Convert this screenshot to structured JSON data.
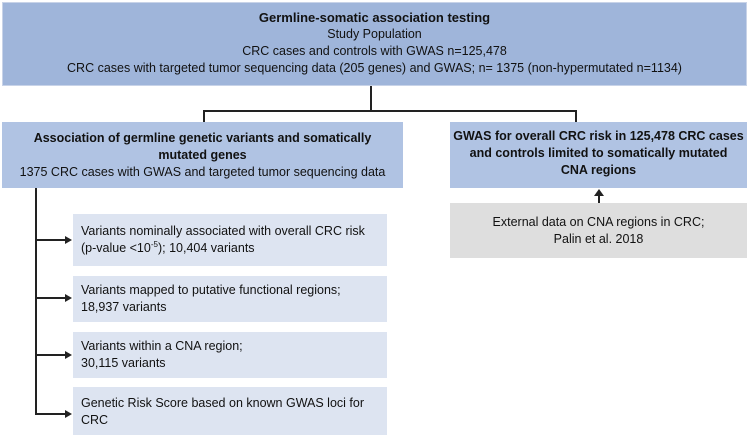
{
  "top": {
    "title": "Germline-somatic association testing",
    "line1": "Study Population",
    "line2": "CRC cases and controls with GWAS n=125,478",
    "line3": "CRC cases with targeted tumor sequencing data (205 genes) and GWAS; n= 1375 (non-hypermutated n=1134)"
  },
  "left": {
    "title_line1": "Association of germline genetic variants and somatically",
    "title_line2": "mutated genes",
    "subtitle": "1375 CRC cases with GWAS and targeted tumor sequencing data"
  },
  "right": {
    "title_line1": "GWAS for overall CRC risk in 125,478 CRC cases",
    "title_line2": "and controls limited to somatically mutated",
    "title_line3": "CNA regions"
  },
  "external": {
    "line1": "External data on CNA regions in CRC;",
    "line2": "Palin et al. 2018"
  },
  "sub": [
    {
      "line1_pre": "Variants nominally associated with overall CRC risk",
      "line2_pre": "(p-value <10",
      "sup": "-5",
      "line2_post": "); 10,404 variants"
    },
    {
      "line1": "Variants mapped to putative functional regions;",
      "line2": "18,937 variants"
    },
    {
      "line1": "Variants within a CNA region;",
      "line2": "30,115 variants"
    },
    {
      "line1": "Genetic Risk Score based on known GWAS loci for",
      "line2": "CRC"
    }
  ]
}
